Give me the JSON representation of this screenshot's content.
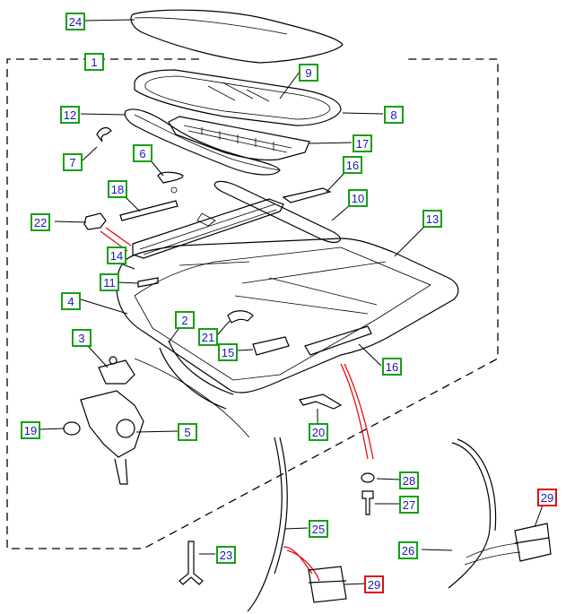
{
  "colors": {
    "callout_border": "#14a014",
    "callout_border_alt": "#e01010",
    "callout_text": "#1a1ab0",
    "line": "#000000"
  },
  "callouts": [
    {
      "id": "c24",
      "label": "24"
    },
    {
      "id": "c1",
      "label": "1"
    },
    {
      "id": "c9",
      "label": "9"
    },
    {
      "id": "c12",
      "label": "12"
    },
    {
      "id": "c8",
      "label": "8"
    },
    {
      "id": "c7",
      "label": "7"
    },
    {
      "id": "c17",
      "label": "17"
    },
    {
      "id": "c6",
      "label": "6"
    },
    {
      "id": "c16a",
      "label": "16"
    },
    {
      "id": "c18",
      "label": "18"
    },
    {
      "id": "c10",
      "label": "10"
    },
    {
      "id": "c22",
      "label": "22"
    },
    {
      "id": "c13",
      "label": "13"
    },
    {
      "id": "c14",
      "label": "14"
    },
    {
      "id": "c11",
      "label": "11"
    },
    {
      "id": "c4",
      "label": "4"
    },
    {
      "id": "c2",
      "label": "2"
    },
    {
      "id": "c3",
      "label": "3"
    },
    {
      "id": "c21",
      "label": "21"
    },
    {
      "id": "c15",
      "label": "15"
    },
    {
      "id": "c16b",
      "label": "16"
    },
    {
      "id": "c19",
      "label": "19"
    },
    {
      "id": "c5",
      "label": "5"
    },
    {
      "id": "c20",
      "label": "20"
    },
    {
      "id": "c28",
      "label": "28"
    },
    {
      "id": "c27",
      "label": "27"
    },
    {
      "id": "c29a",
      "label": "29"
    },
    {
      "id": "c25",
      "label": "25"
    },
    {
      "id": "c23",
      "label": "23"
    },
    {
      "id": "c26",
      "label": "26"
    },
    {
      "id": "c29b",
      "label": "29"
    }
  ]
}
